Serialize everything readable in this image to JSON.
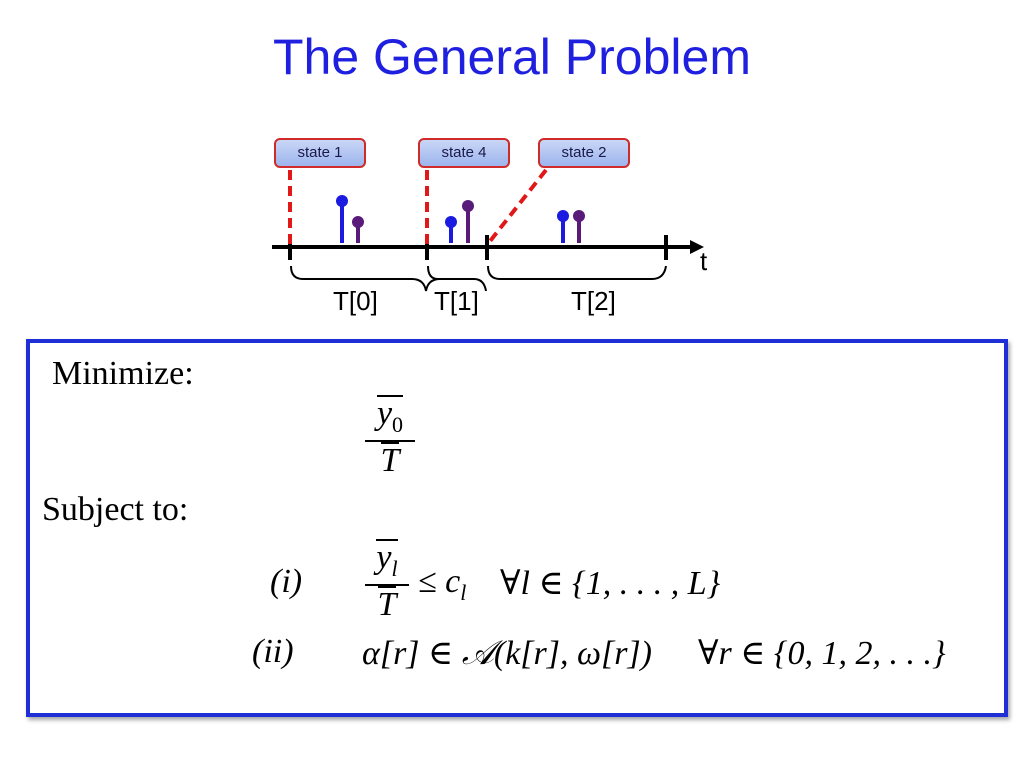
{
  "title": "The General Problem",
  "diagram": {
    "states": [
      {
        "label": "state 1"
      },
      {
        "label": "state 4"
      },
      {
        "label": "state 2"
      }
    ],
    "time_axis_label": "t",
    "intervals": [
      "T[0]",
      "T[1]",
      "T[2]"
    ],
    "colors": {
      "axis": "#000000",
      "state_line": "#e01818",
      "arrival_blue": "#1a1ae0",
      "arrival_purple": "#5a1a7a",
      "state_box_border": "#d02a2a",
      "state_box_fill": "#b3c6f2"
    }
  },
  "problem": {
    "minimize_label": "Minimize:",
    "objective": {
      "numerator": "y",
      "numerator_sub": "0",
      "denominator": "T"
    },
    "subject_to_label": "Subject to:",
    "constraint_1": {
      "label": "(i)",
      "numerator": "y",
      "numerator_sub": "l",
      "denominator": "T",
      "rhs": "≤ c",
      "rhs_sub": "l",
      "quantifier": "∀l ∈ {1, . . . , L}"
    },
    "constraint_2": {
      "label": "(ii)",
      "expression": "α[r] ∈ 𝒜(k[r], ω[r])",
      "quantifier": "∀r ∈ {0, 1, 2, . . .}"
    },
    "panel_border_color": "#1f2fd8"
  }
}
